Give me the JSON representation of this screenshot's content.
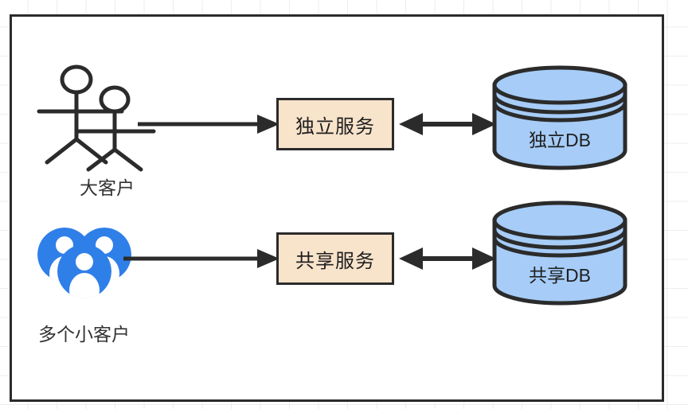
{
  "diagram": {
    "title": "tenant-isolation-architecture",
    "frame": {
      "border_color": "#2b2b2b",
      "background": "#ffffff"
    },
    "palette": {
      "stroke": "#2b2b2b",
      "service_fill": "#f8e3cb",
      "database_fill": "#a6ccf7",
      "user_icon_blue": "#2f7fe8",
      "text": "#1f1f1f",
      "grid": "#ededed"
    },
    "rows": [
      {
        "id": "dedicated",
        "actor": {
          "icon": "two-stick-figures-icon",
          "caption": "大客户"
        },
        "service": {
          "label": "独立服务"
        },
        "database": {
          "label": "独立DB"
        },
        "connector_actor_to_service": "arrow-right",
        "connector_service_to_db": "arrow-bidirectional"
      },
      {
        "id": "shared",
        "actor": {
          "icon": "user-group-icon",
          "caption": "多个小客户"
        },
        "service": {
          "label": "共享服务"
        },
        "database": {
          "label": "共享DB"
        },
        "connector_actor_to_service": "arrow-right",
        "connector_service_to_db": "arrow-bidirectional"
      }
    ]
  }
}
